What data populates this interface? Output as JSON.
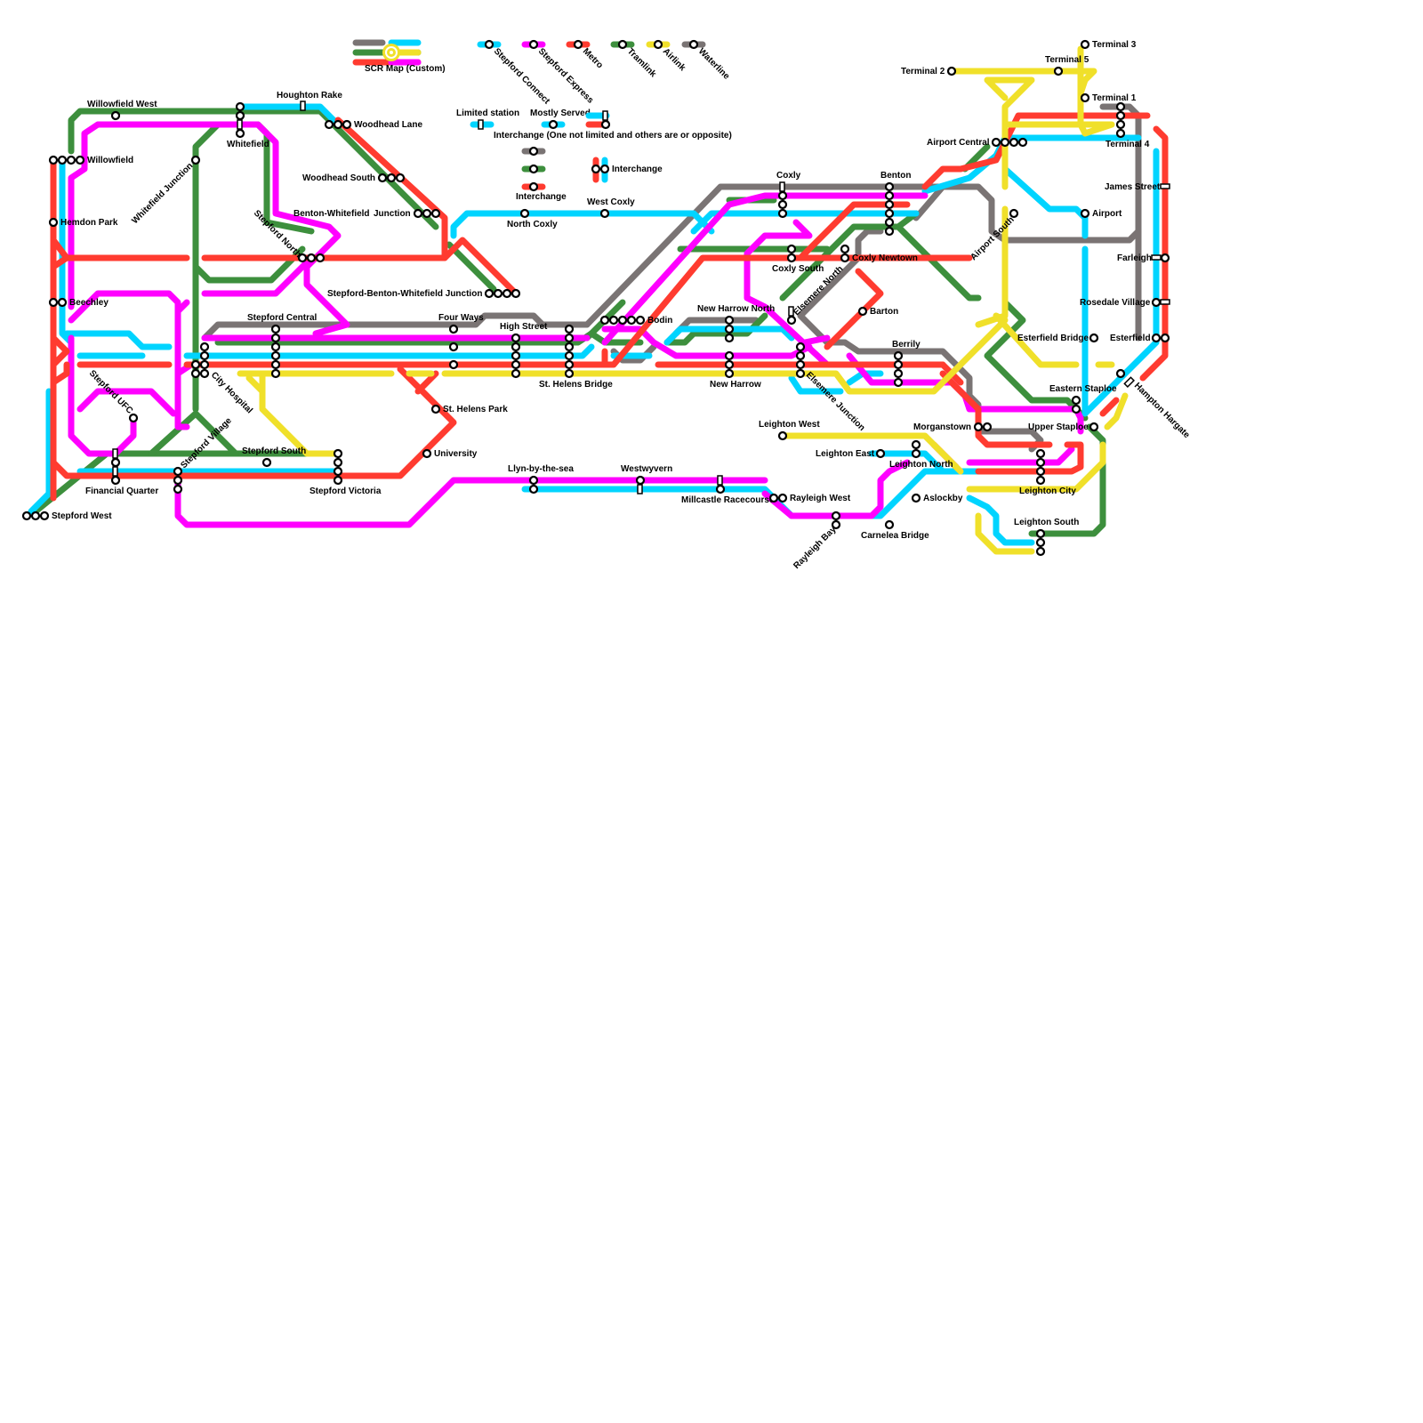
{
  "map_title": "SCR Map (Custom)",
  "colors": {
    "stepford_connect": "#00d4ff",
    "stepford_express": "#ff00ff",
    "metro": "#ff3b30",
    "tramlink": "#3d8f3d",
    "airlink": "#f0e02a",
    "waterline": "#7a7474"
  },
  "legend": {
    "lines": [
      "Stepford Connect",
      "Stepford Express",
      "Metro",
      "Tramlink",
      "Airlink",
      "Waterline"
    ],
    "limited_station": "Limited station",
    "mostly_served": "Mostly Served",
    "interchange_note": "Interchange (One not limited and others are or opposite)",
    "interchange": "Interchange",
    "interchange_2": "Interchange"
  },
  "stations": [
    "Willowfield West",
    "Houghton Rake",
    "Woodhead Lane",
    "Willowfield",
    "Whitefield",
    "Whitefield Junction",
    "Hemdon Park",
    "Woodhead South",
    "Benton-Whitefield",
    "Junction",
    "Stepford North",
    "Beechley",
    "Stepford-Benton-Whitefield Junction",
    "North Coxly",
    "West Coxly",
    "Coxly",
    "Benton",
    "Coxly South",
    "Coxly Newtown",
    "Elsemere North",
    "Barton",
    "Bodin",
    "New Harrow North",
    "Four Ways",
    "Stepford Central",
    "High Street",
    "Berrily",
    "St. Helens Bridge",
    "New Harrow",
    "Elsemere Junction",
    "City Hospital",
    "Stepford UFC",
    "St. Helens Park",
    "Stepford Village",
    "Stepford South",
    "University",
    "Stepford Victoria",
    "Financial Quarter",
    "Stepford West",
    "Llyn-by-the-sea",
    "Westwyvern",
    "Millcastle Racecourse",
    "Rayleigh West",
    "Rayleigh Bay",
    "Carnelea Bridge",
    "Leighton West",
    "Leighton East",
    "Leighton North",
    "Morganstown",
    "Aslockby",
    "Leighton City",
    "Leighton South",
    "Upper Staploe",
    "Eastern Staploe",
    "Esterfield Bridge",
    "Esterfield",
    "Hampton Hargate",
    "Rosedale Village",
    "Farleigh",
    "James Street",
    "Airport",
    "Airport South",
    "Airport Central",
    "Terminal 1",
    "Terminal 2",
    "Terminal 3",
    "Terminal 4",
    "Terminal 5"
  ]
}
